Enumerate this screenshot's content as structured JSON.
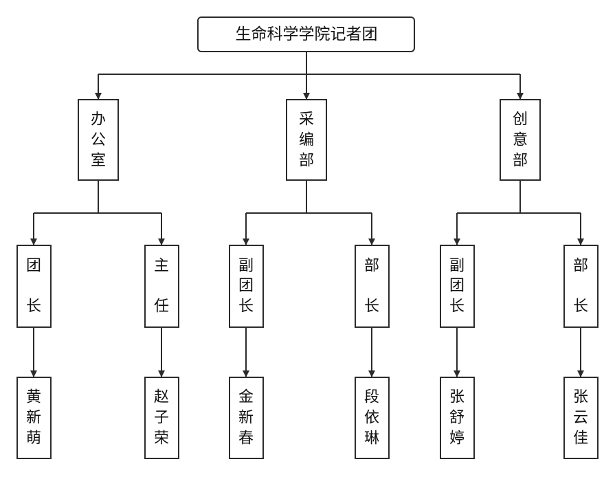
{
  "root": {
    "label": "生命科学学院记者团"
  },
  "departments": [
    {
      "label": [
        "办",
        "公",
        "室"
      ],
      "roles": [
        {
          "label": [
            "团",
            "",
            "长"
          ],
          "people": [
            "黄",
            "新",
            "萌"
          ]
        },
        {
          "label": [
            "主",
            "",
            "任"
          ],
          "people": [
            "赵",
            "子",
            "荣"
          ]
        }
      ]
    },
    {
      "label": [
        "采",
        "编",
        "部"
      ],
      "roles": [
        {
          "label": [
            "副",
            "团",
            "长"
          ],
          "people": [
            "金",
            "新",
            "春"
          ]
        },
        {
          "label": [
            "部",
            "",
            "长"
          ],
          "people": [
            "段",
            "依",
            "琳"
          ]
        }
      ]
    },
    {
      "label": [
        "创",
        "意",
        "部"
      ],
      "roles": [
        {
          "label": [
            "副",
            "团",
            "长"
          ],
          "people": [
            "张",
            "舒",
            "婷"
          ]
        },
        {
          "label": [
            "部",
            "",
            "长"
          ],
          "people": [
            "张",
            "云",
            "佳"
          ]
        }
      ]
    }
  ],
  "colors": {
    "line": "#2b2b2b",
    "text": "#111111",
    "box_fill": "#ffffff"
  }
}
